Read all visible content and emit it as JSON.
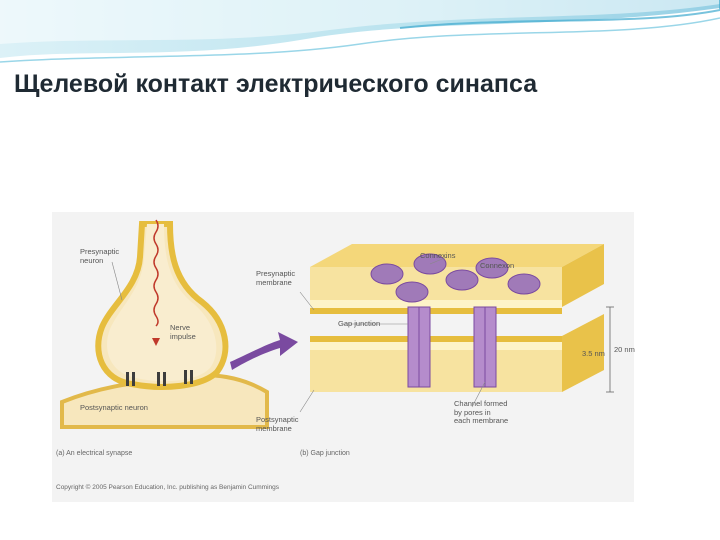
{
  "slide": {
    "title": "Щелевой контакт электрического синапса"
  },
  "figure": {
    "panel_a": {
      "presynaptic_neuron": "Presynaptic\nneuron",
      "nerve_impulse": "Nerve\nimpulse",
      "postsynaptic_neuron": "Postsynaptic neuron",
      "caption": "(a) An electrical synapse"
    },
    "panel_b": {
      "connexins": "Connexins",
      "connexon": "Connexon",
      "presynaptic_membrane": "Presynaptic\nmembrane",
      "gap_junction": "Gap junction",
      "gap_width": "3.5 nm",
      "total_width": "20 nm",
      "postsynaptic_membrane": "Postsynaptic\nmembrane",
      "channel_label": "Channel formed\nby pores in\neach membrane",
      "caption": "(b) Gap junction"
    },
    "copyright": "Copyright © 2005 Pearson Education, Inc. publishing as Benjamin Cummings"
  },
  "colors": {
    "membrane_outer": "#e9c24a",
    "membrane_inner": "#fbe9a6",
    "cytoplasm": "#f6e8c4",
    "connexon": "#a07ab8",
    "arrow": "#7a4aa0",
    "title_text": "#1f2a33",
    "wave_blue": "#5fb9d6"
  }
}
